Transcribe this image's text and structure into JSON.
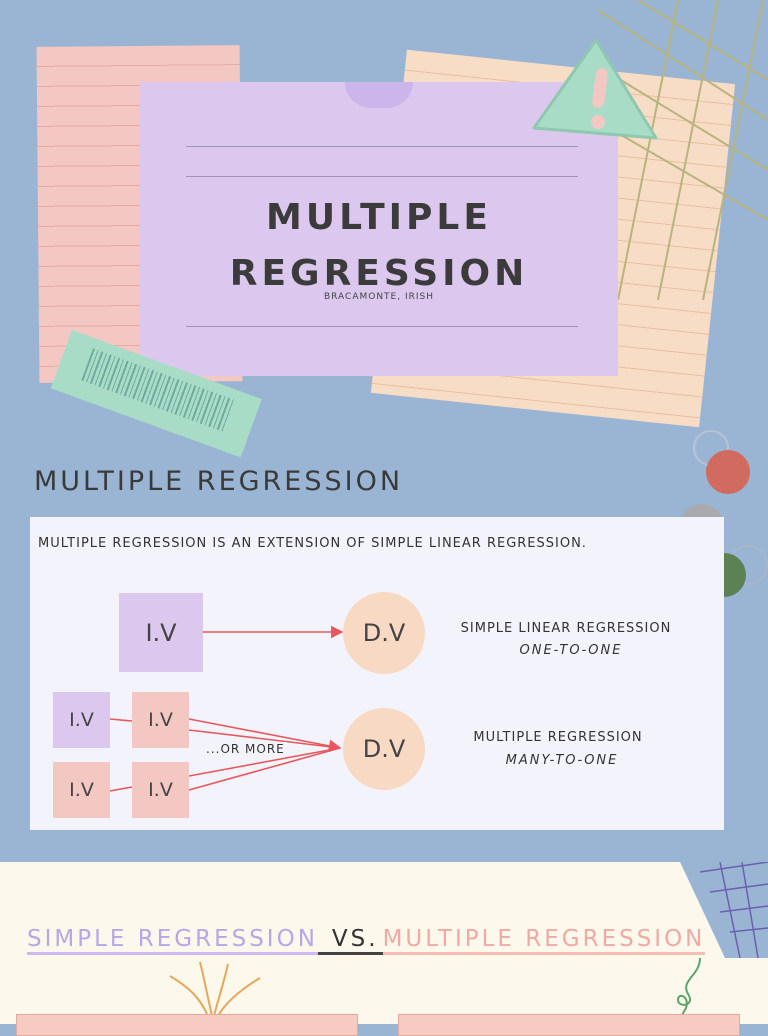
{
  "cover": {
    "title_line1": "MULTIPLE",
    "title_line2": "REGRESSION",
    "author": "BRACAMONTE, IRISH"
  },
  "section": {
    "heading": "MULTIPLE REGRESSION",
    "intro": "MULTIPLE REGRESSION IS AN EXTENSION OF SIMPLE LINEAR REGRESSION.",
    "simple_row": {
      "iv": "I.V",
      "dv": "D.V",
      "label": "SIMPLE LINEAR REGRESSION",
      "sub": "ONE-TO-ONE"
    },
    "multiple_row": {
      "iv": "I.V",
      "dv": "D.V",
      "more": "...OR MORE",
      "label": "MULTIPLE REGRESSION",
      "sub": "MANY-TO-ONE"
    }
  },
  "comparison": {
    "simple": "SIMPLE REGRESSION",
    "vs": "VS.",
    "multiple": "MULTIPLE REGRESSION"
  },
  "colors": {
    "background": "#9ab5d3",
    "purple": "#dcc8ef",
    "pink": "#f3c8c2",
    "peach": "#f8d9c3",
    "arrow": "#e8575d"
  }
}
